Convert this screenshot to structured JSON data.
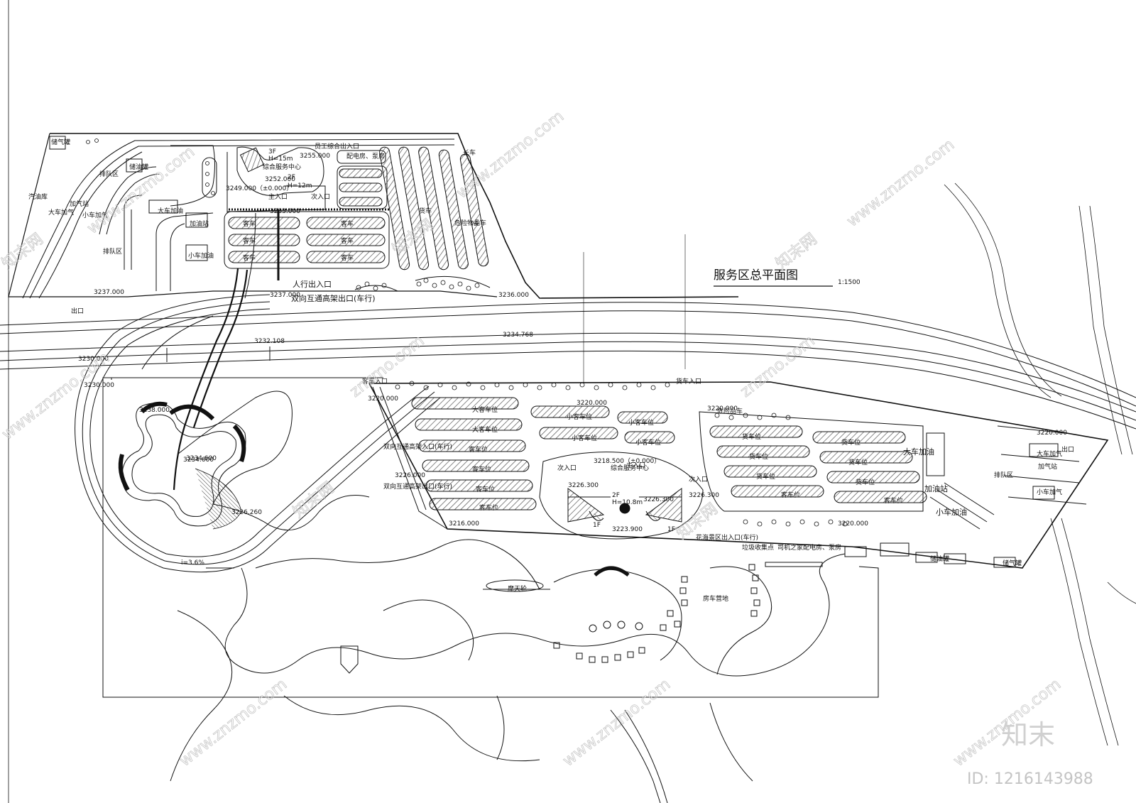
{
  "drawing": {
    "title": "服务区总平面图",
    "scale": "1:1500"
  },
  "north_area": {
    "labels": [
      "储气罐",
      "排队区",
      "储油罐",
      "汽油库",
      "大车加气",
      "加气站",
      "小车加气",
      "排队区",
      "大车加油",
      "加油站",
      "小车加油",
      "3F",
      "H=15m",
      "综合服务中心",
      "2F",
      "H=12m",
      "主入口",
      "次入口",
      "员工综合出入口",
      "配电房、泵房",
      "客车",
      "客车",
      "客车",
      "客车",
      "客车",
      "客车",
      "人行出入口",
      "双向互通高架出口(车行)",
      "货车",
      "危险物品车",
      "长车",
      "出口"
    ],
    "elevations": [
      "3255.000",
      "3252.000",
      "3249.000（±0.000）",
      "3233.000",
      "3237.000",
      "3237.000",
      "3236.000"
    ]
  },
  "road": {
    "elevations": [
      "3232.108",
      "3234.768",
      "3230.000",
      "3230.000",
      "3234.600"
    ],
    "labels": [
      "i=3.6%"
    ]
  },
  "south_area": {
    "labels": [
      "客车入口",
      "货车入口",
      "双向互通高架入口(车行)",
      "双向互通高架出口(车行)",
      "次入口",
      "主入口",
      "次入口",
      "综合服务中心",
      "2F",
      "H=10.8m",
      "1F",
      "1F",
      "大车加油",
      "加油站",
      "小车加油",
      "排队区",
      "出口",
      "大车加气",
      "加气站",
      "小车加气",
      "储油罐",
      "储气罐",
      "花海景区出入口(车行)",
      "垃圾收集点",
      "司机之家配电房、泵房",
      "摩天轮",
      "房车营地",
      "危险品车",
      "大客车位",
      "大客车位",
      "小客车位",
      "小客车位",
      "小客车位",
      "小客车位",
      "货车位",
      "货车位",
      "货车位",
      "货车位",
      "货车位",
      "货车位",
      "客车位",
      "客车位",
      "客车位",
      "客车位",
      "客车位",
      "客车位"
    ],
    "elevations": [
      "3220.000",
      "3220.000",
      "3220.000",
      "3218.500（±0.000）",
      "3226.300",
      "3226.300",
      "3226.300",
      "3223.900",
      "3216.000",
      "3220.000",
      "3220.000",
      "3226.000",
      "3226.260",
      "3234.600",
      "3238.000"
    ]
  },
  "watermark": {
    "site": "www.znzmo.com",
    "site_short": "znzmo.com",
    "brand_cn": "知末网",
    "brand_logo": "知末",
    "id": "ID: 1216143988"
  },
  "colors": {
    "line": "#111111",
    "hatch": "#555555",
    "watermark": "#c8c8c8"
  }
}
